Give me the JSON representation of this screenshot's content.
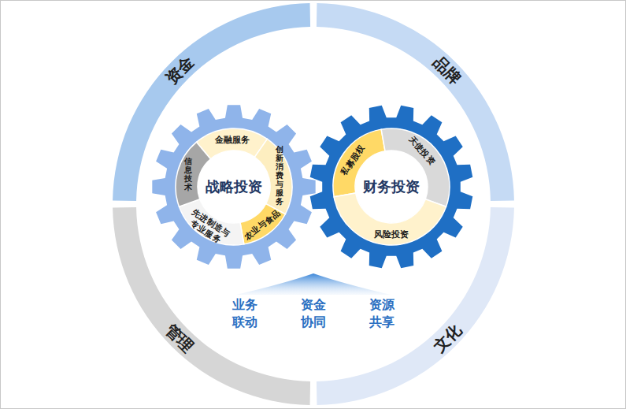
{
  "diagram": {
    "nodes": [
      {
        "text": [
          "资金"
        ]
      },
      {
        "text": [
          "品牌"
        ]
      },
      {
        "text": [
          "战略投资"
        ]
      },
      {
        "text": [
          "金融服务"
        ],
        "in": 2
      },
      {
        "text": [
          "创新消费 与服务"
        ],
        "in": 2
      },
      {
        "text": [
          "农业与食品"
        ],
        "in": 2
      },
      {
        "text": [
          "先进制造与 专业服务"
        ],
        "in": 2
      },
      {
        "text": [
          "信息技术"
        ],
        "in": 2
      },
      {
        "text": [
          "财务投资"
        ]
      },
      {
        "text": [
          "私募股权"
        ],
        "in": 8
      },
      {
        "text": [
          "天使投资"
        ],
        "in": 8
      },
      {
        "text": [
          "风险投资"
        ],
        "in": 8
      },
      {
        "text": [
          "管理"
        ]
      },
      {
        "text": [
          "文化"
        ]
      }
    ],
    "labels": [
      "业务 联动",
      "资金 协同",
      "资源 共享"
    ]
  }
}
